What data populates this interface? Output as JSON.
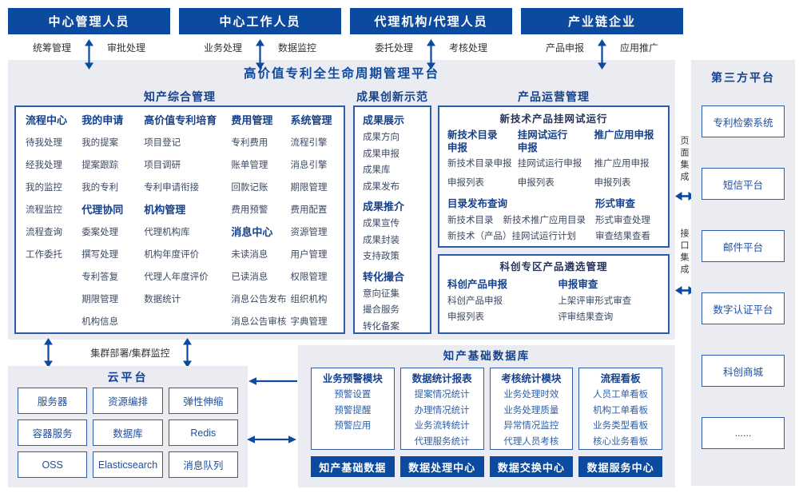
{
  "colors": {
    "header_bg": "#0b4a9e",
    "accent_blue": "#16418c",
    "border_blue": "#2f5ca8",
    "item_text": "#3d4a63",
    "panel_bg": "#eaecf1"
  },
  "actors": [
    {
      "name": "中心管理人员",
      "left": "统筹管理",
      "right": "审批处理"
    },
    {
      "name": "中心工作人员",
      "left": "业务处理",
      "right": "数据监控"
    },
    {
      "name": "代理机构/代理人员",
      "left": "委托处理",
      "right": "考核处理"
    },
    {
      "name": "产业链企业",
      "left": "产品申报",
      "right": "应用推广"
    }
  ],
  "platform_title": "高价值专利全生命周期管理平台",
  "ip_mgmt": {
    "title": "知产综合管理",
    "columns": [
      {
        "groups": [
          {
            "header": "流程中心",
            "items": [
              "待我处理",
              "经我处理",
              "我的监控",
              "流程监控",
              "流程查询",
              "工作委托"
            ]
          }
        ]
      },
      {
        "groups": [
          {
            "header": "我的申请",
            "items": [
              "我的提案",
              "提案跟踪",
              "我的专利"
            ]
          },
          {
            "header": "代理协同",
            "items": [
              "委案处理",
              "撰写处理",
              "专利答复",
              "期限管理",
              "机构信息"
            ]
          }
        ]
      },
      {
        "groups": [
          {
            "header": "高价值专利培育",
            "items": [
              "项目登记",
              "项目调研",
              "专利申请衔接"
            ]
          },
          {
            "header": "机构管理",
            "items": [
              "代理机构库",
              "机构年度评价",
              "代理人年度评价",
              "数据统计"
            ]
          }
        ]
      },
      {
        "groups": [
          {
            "header": "费用管理",
            "items": [
              "专利费用",
              "账单管理",
              "回款记账",
              "费用预警"
            ]
          },
          {
            "header": "消息中心",
            "items": [
              "未读消息",
              "已读消息",
              "消息公告发布",
              "消息公告审核"
            ]
          }
        ]
      },
      {
        "groups": [
          {
            "header": "系统管理",
            "items": [
              "流程引擎",
              "消息引擎",
              "期限管理",
              "费用配置",
              "资源管理",
              "用户管理",
              "权限管理",
              "组织机构",
              "字典管理"
            ]
          }
        ]
      }
    ]
  },
  "achievements": {
    "title": "成果创新示范",
    "groups": [
      {
        "header": "成果展示",
        "items": [
          "成果方向",
          "成果申报",
          "成果库",
          "成果发布"
        ]
      },
      {
        "header": "成果推介",
        "items": [
          "成果宣传",
          "成果封装",
          "支持政策"
        ]
      },
      {
        "header": "转化撮合",
        "items": [
          "意向征集",
          "撮合服务",
          "转化备案"
        ]
      }
    ]
  },
  "product_ops": {
    "title": "产品运营管理",
    "trial_box": {
      "title": "新技术产品挂网试运行",
      "columns": [
        {
          "header": "新技术目录申报",
          "items": [
            "新技术目录申报",
            "申报列表"
          ]
        },
        {
          "header": "挂网试运行申报",
          "items": [
            "挂网试运行申报",
            "申报列表"
          ]
        },
        {
          "header": "推广应用申报",
          "items": [
            "推广应用申报",
            "申报列表"
          ]
        }
      ],
      "catalog_group": {
        "header": "目录发布查询",
        "row1": [
          "新技术目录",
          "新技术推广应用目录"
        ],
        "row2": "新技术（产品）挂网试运行计划"
      },
      "review_group": {
        "header": "形式审查",
        "items": [
          "形式审查处理",
          "审查结果查看"
        ]
      }
    },
    "selection_box": {
      "title": "科创专区产品遴选管理",
      "columns": [
        {
          "header": "科创产品申报",
          "items": [
            "科创产品申报",
            "申报列表"
          ]
        },
        {
          "header": "申报审查",
          "items": [
            "上架评审形式审查",
            "评审结果查询"
          ]
        }
      ]
    }
  },
  "cluster_label": "集群部署/集群监控",
  "cloud": {
    "title": "云平台",
    "items": [
      "服务器",
      "资源编排",
      "弹性伸缩",
      "容器服务",
      "数据库",
      "Redis",
      "OSS",
      "Elasticsearch",
      "消息队列"
    ]
  },
  "data_platform": {
    "title": "知产基础数据库",
    "columns": [
      {
        "header": "业务预警模块",
        "items": [
          "预警设置",
          "预警提醒",
          "预警应用"
        ]
      },
      {
        "header": "数据统计报表",
        "items": [
          "提案情况统计",
          "办理情况统计",
          "业务流转统计",
          "代理服务统计"
        ]
      },
      {
        "header": "考核统计模块",
        "items": [
          "业务处理时效",
          "业务处理质量",
          "异常情况监控",
          "代理人员考核"
        ]
      },
      {
        "header": "流程看板",
        "items": [
          "人员工单看板",
          "机构工单看板",
          "业务类型看板",
          "核心业务看板"
        ]
      }
    ],
    "footer_items": [
      "知产基础数据",
      "数据处理中心",
      "数据交换中心",
      "数据服务中心"
    ]
  },
  "integration": {
    "page_label": "页面集成",
    "api_label": "接口集成"
  },
  "third_party": {
    "title": "第三方平台",
    "items": [
      "专利检索系统",
      "短信平台",
      "邮件平台",
      "数字认证平台",
      "科创商城",
      "......"
    ]
  }
}
